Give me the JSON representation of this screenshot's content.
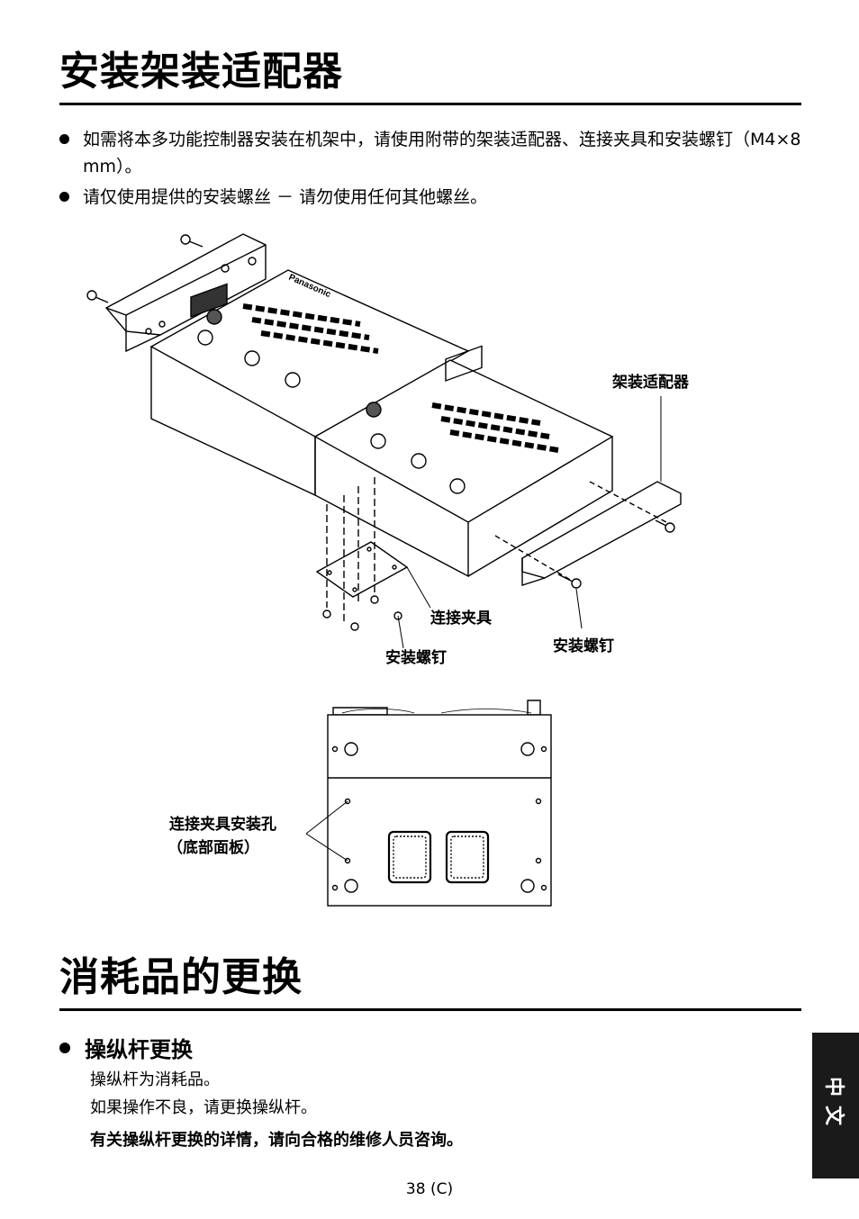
{
  "section1": {
    "title": "安装架装适配器",
    "bullets": [
      "如需将本多功能控制器安装在机架中，请使用附带的架装适配器、连接夹具和安装螺钉（M4×8 mm）。",
      "请仅使用提供的安装螺丝 － 请勿使用任何其他螺丝。"
    ]
  },
  "figure1": {
    "brand_label": "Panasonic",
    "labels": {
      "rack_adapter": "架装适配器",
      "connection_bracket": "连接夹具",
      "mount_screw_left": "安装螺钉",
      "mount_screw_right": "安装螺钉"
    }
  },
  "figure2": {
    "label_line1": "连接夹具安装孔",
    "label_line2": "（底部面板）"
  },
  "section2": {
    "title": "消耗品的更换",
    "subheading": "操纵杆更换",
    "paragraphs": [
      "操纵杆为消耗品。",
      "如果操作不良，请更换操纵杆。"
    ],
    "bold_note": "有关操纵杆更换的详情，请向合格的维修人员咨询。"
  },
  "side_tab": {
    "label": "中文"
  },
  "page_number": "38 (C)"
}
